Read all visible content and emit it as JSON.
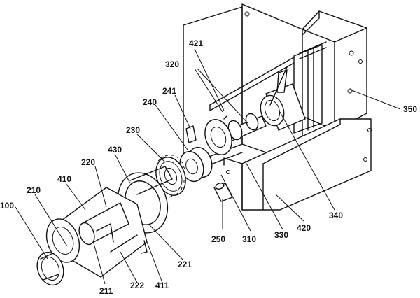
{
  "figure": {
    "reference_numerals": {
      "r100": "100",
      "r210": "210",
      "r211": "211",
      "r220": "220",
      "r221": "221",
      "r222": "222",
      "r230": "230",
      "r240": "240",
      "r241": "241",
      "r250": "250",
      "r310": "310",
      "r320": "320",
      "r330": "330",
      "r340": "340",
      "r350": "350",
      "r410": "410",
      "r411": "411",
      "r420": "420",
      "r421": "421",
      "r430": "430"
    }
  }
}
